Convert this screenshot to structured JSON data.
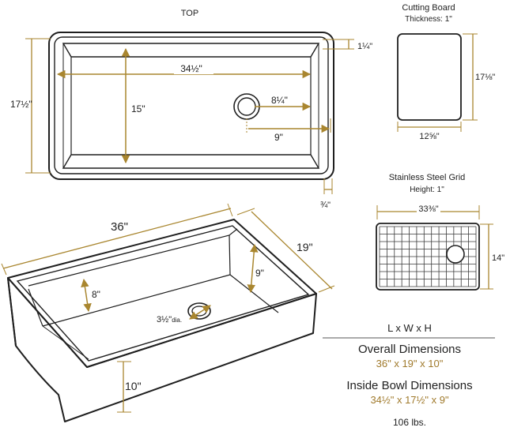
{
  "colors": {
    "dimension": "#a9862f",
    "outline": "#1f1f1f",
    "text": "#222222",
    "gold_text": "#a07a2c"
  },
  "top_view": {
    "title": "TOP",
    "overall_width": "17½\"",
    "rim_top": "1¼\"",
    "inner_length": "34½\"",
    "inner_width": "15\"",
    "drain_offset": "8¼\"",
    "drain_offset_2": "9\"",
    "rim_bottom": "¾\""
  },
  "cutting_board": {
    "title": "Cutting Board",
    "thickness": "Thickness: 1\"",
    "height": "17⅛\"",
    "width": "12⅝\""
  },
  "grid": {
    "title": "Stainless Steel Grid",
    "height_label": "Height: 1\"",
    "width": "33⅜\"",
    "depth": "14\""
  },
  "iso_view": {
    "length": "36\"",
    "depth": "19\"",
    "bowl_depth_left": "8\"",
    "bowl_depth_right": "9\"",
    "drain_dia": "3½\"",
    "drain_dia_suffix": "dia.",
    "apron_height": "10\""
  },
  "specs": {
    "lwh": "L x W x H",
    "overall_label": "Overall Dimensions",
    "overall_value": "36\" x 19\" x 10\"",
    "inside_label": "Inside Bowl Dimensions",
    "inside_value": "34½\" x 17½\" x 9\"",
    "weight": "106 lbs."
  }
}
